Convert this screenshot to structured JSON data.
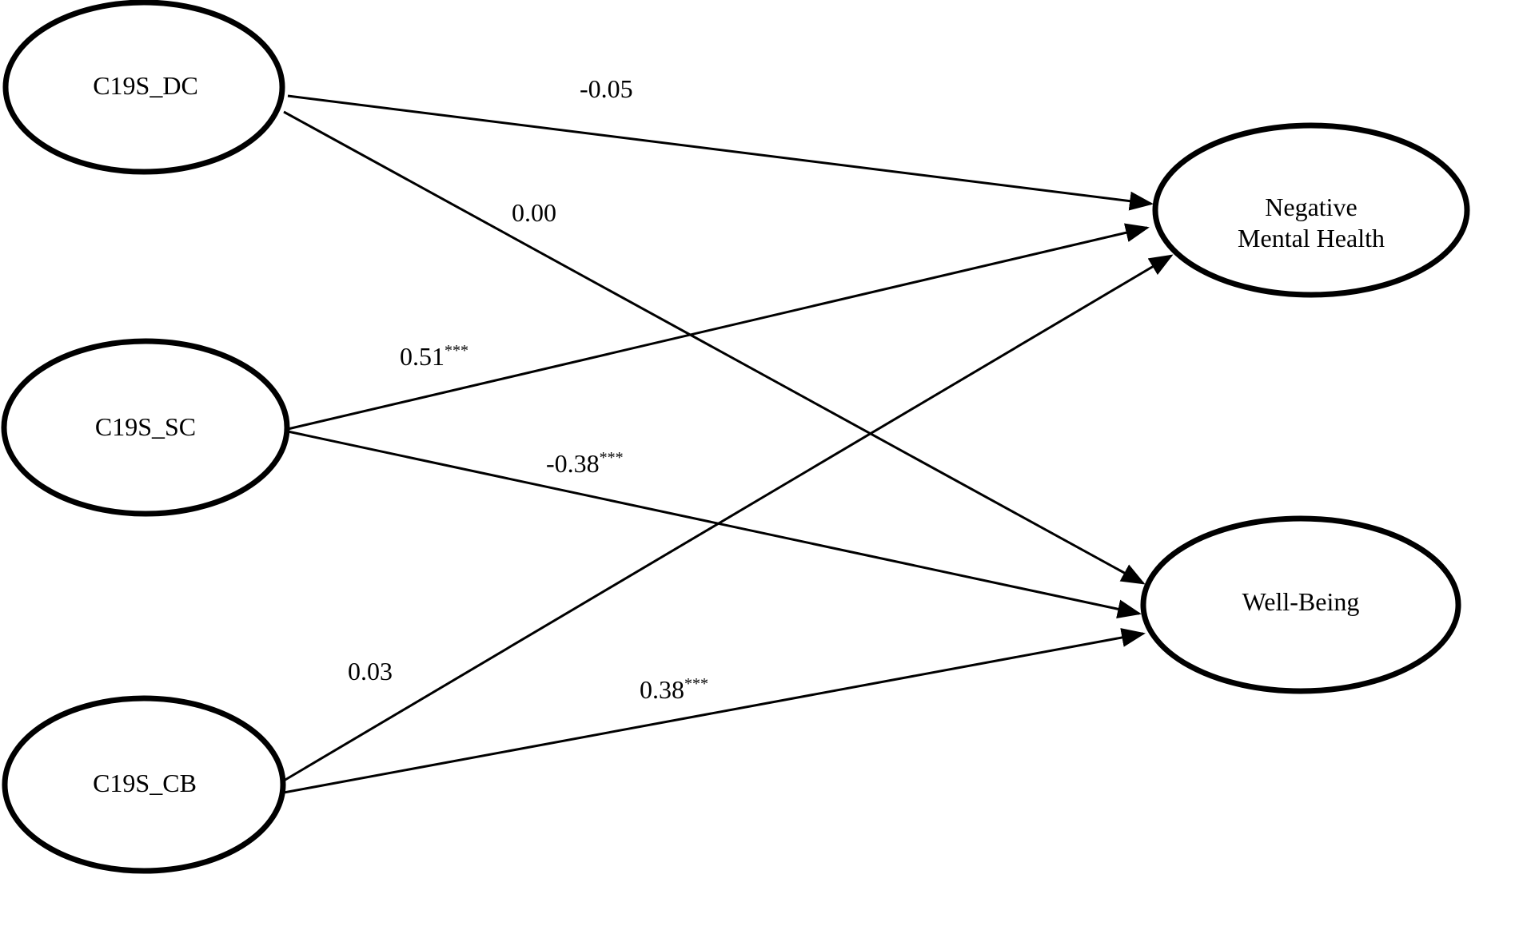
{
  "nodes": {
    "dc": {
      "label": "C19S_DC"
    },
    "sc": {
      "label": "C19S_SC"
    },
    "cb": {
      "label": "C19S_CB"
    },
    "nmh": {
      "label_line1": "Negative",
      "label_line2": "Mental Health"
    },
    "wb": {
      "label": "Well-Being"
    }
  },
  "paths": [
    {
      "from": "C19S_DC",
      "to": "Negative Mental Health",
      "coef": "-0.05",
      "sig": ""
    },
    {
      "from": "C19S_DC",
      "to": "Well-Being",
      "coef": "0.00",
      "sig": ""
    },
    {
      "from": "C19S_SC",
      "to": "Negative Mental Health",
      "coef": "0.51",
      "sig": "***"
    },
    {
      "from": "C19S_SC",
      "to": "Well-Being",
      "coef": "-0.38",
      "sig": "***"
    },
    {
      "from": "C19S_CB",
      "to": "Negative Mental Health",
      "coef": "0.03",
      "sig": ""
    },
    {
      "from": "C19S_CB",
      "to": "Well-Being",
      "coef": "0.38",
      "sig": "***"
    }
  ],
  "colors": {
    "stroke": "#000000",
    "background": "#ffffff"
  }
}
